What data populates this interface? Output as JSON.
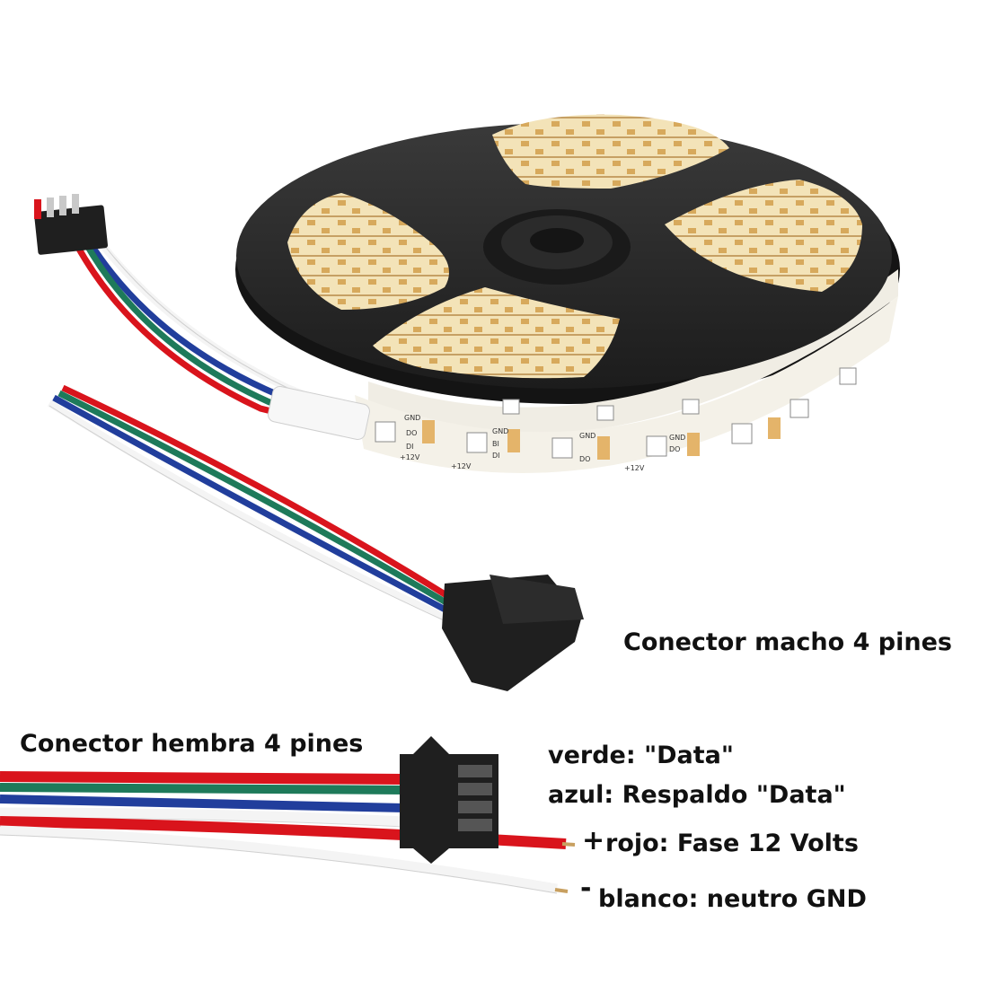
{
  "labels": {
    "male_connector": "Conector macho 4 pines",
    "female_connector": "Conector hembra 4 pines",
    "green_wire": "verde: \"Data\"",
    "blue_wire": "azul: Respaldo \"Data\"",
    "red_wire": "rojo: Fase 12 Volts",
    "white_wire": "blanco: neutro GND",
    "plus_sign": "+",
    "minus_sign": "-"
  },
  "strip_markings": {
    "gnd": "GND",
    "do": "DO",
    "bi": "BI",
    "di": "DI",
    "v12": "+12V"
  },
  "colors": {
    "wire_red": "#d9141c",
    "wire_green": "#1e7a5a",
    "wire_blue": "#213e9c",
    "wire_white": "#f4f4f4",
    "connector": "#1f1f1f",
    "reel": "#2e2e2e",
    "strip_pcb": "#f2efe6",
    "pad_gold": "#e2b46a"
  }
}
